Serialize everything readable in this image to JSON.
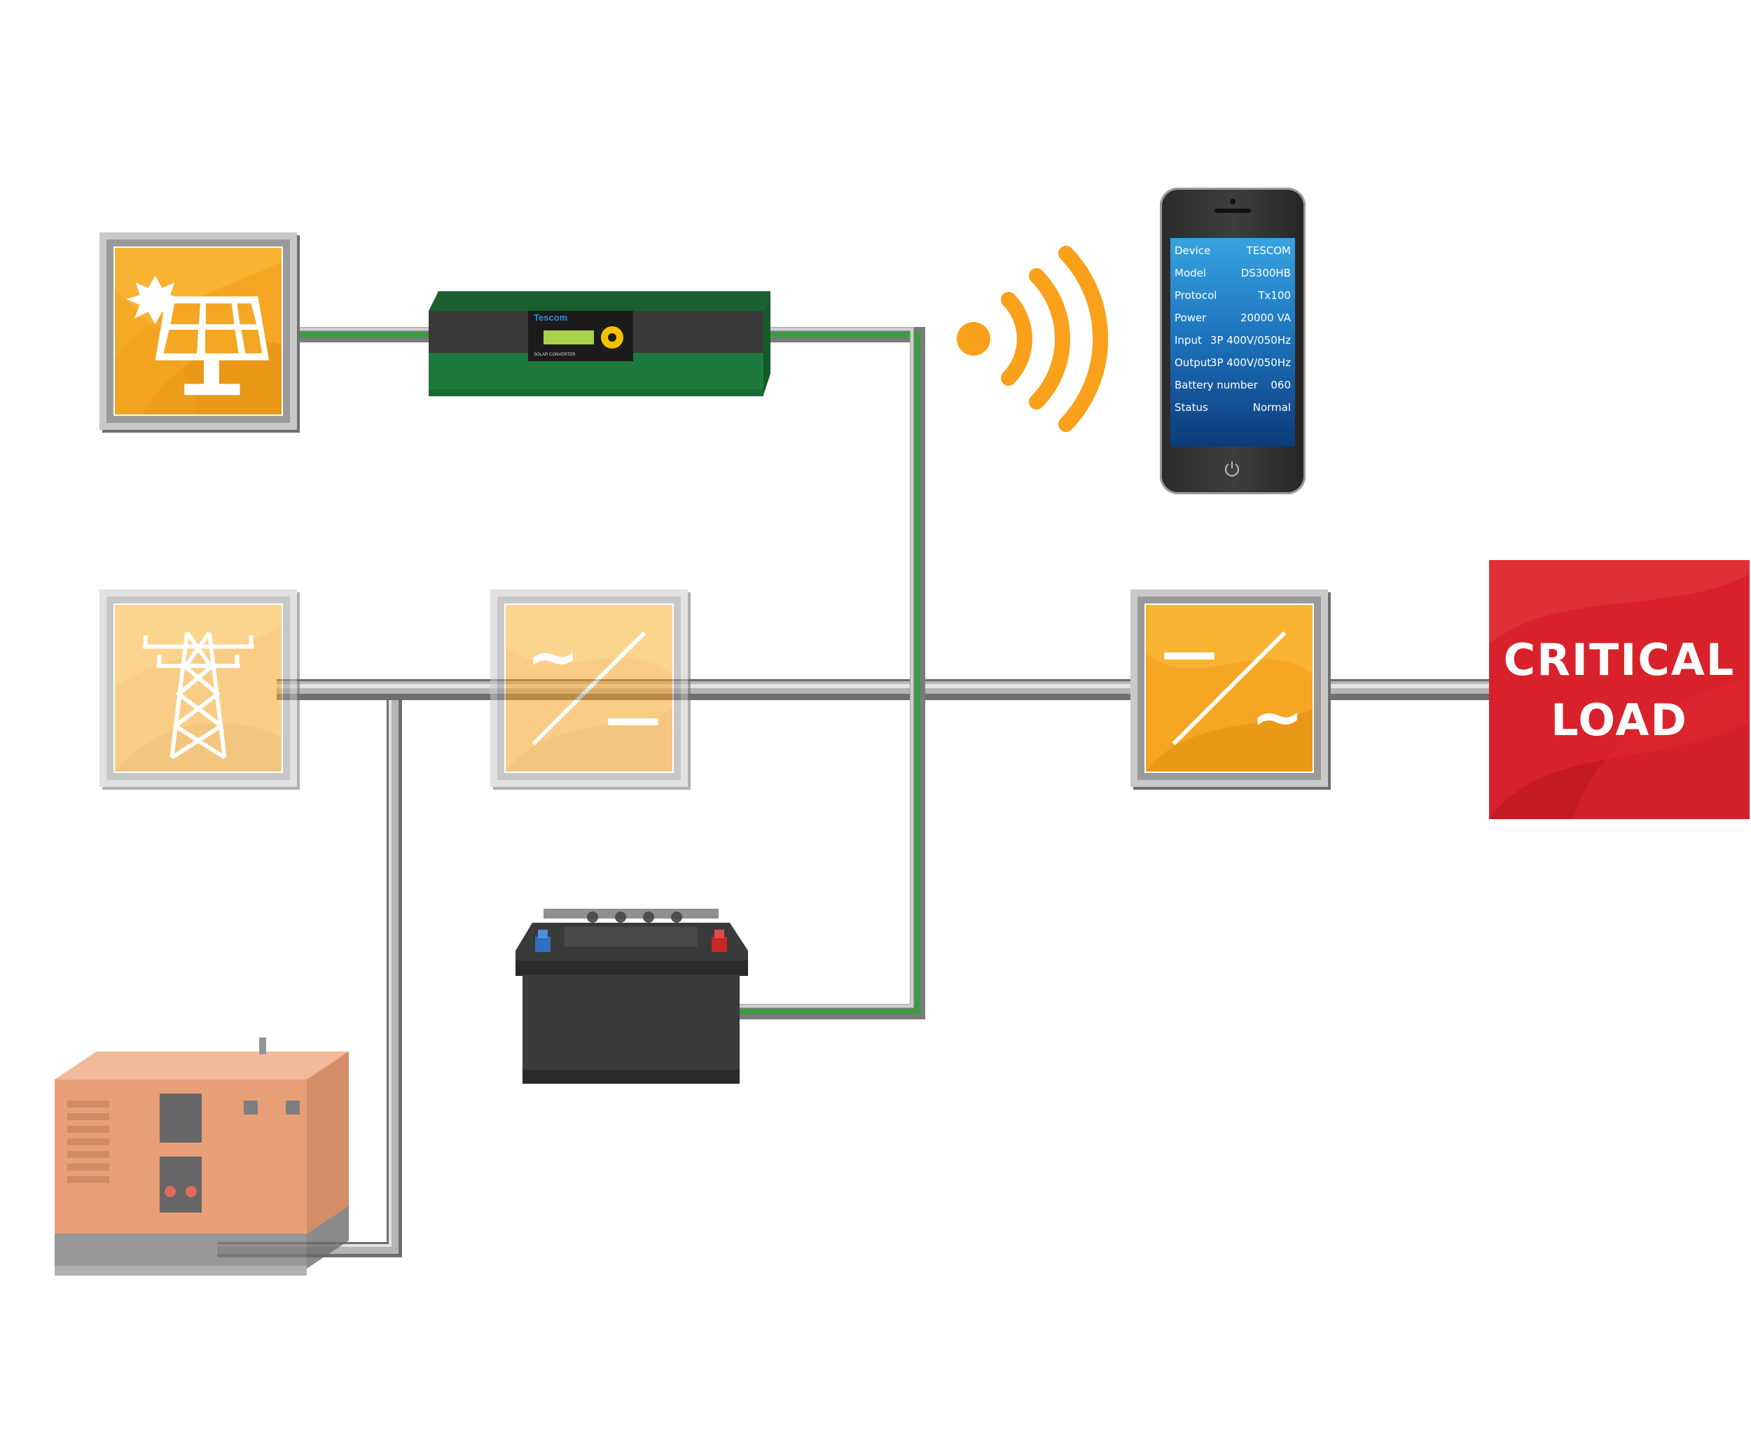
{
  "critical_load": {
    "line1": "CRITICAL",
    "line2": "LOAD"
  },
  "phone": {
    "rows": [
      {
        "key": "Device",
        "value": "TESCOM"
      },
      {
        "key": "Model",
        "value": "DS300HB"
      },
      {
        "key": "Protocol",
        "value": "Tx100"
      },
      {
        "key": "Power",
        "value": "20000 VA"
      },
      {
        "key": "Input",
        "value": "3P 400V/050Hz"
      },
      {
        "key": "Output",
        "value": "3P 400V/050Hz"
      },
      {
        "key": "Battery number",
        "value": "060"
      },
      {
        "key": "Status",
        "value": "Normal"
      }
    ]
  },
  "converter": {
    "brand": "Tescom",
    "model_label": "SOLAR CONVERTER"
  },
  "rectifier": {
    "ac_symbol": "~",
    "dc_symbol": "—"
  },
  "inverter": {
    "ac_symbol": "~",
    "dc_symbol": "—"
  },
  "colors": {
    "critical_red": "#d8212a",
    "tile_orange": "#f5a623",
    "wifi_orange": "#f9a11b",
    "line_green": "#3d9b45",
    "line_gray": "#8c8c8c",
    "converter_green": "#1e7a3c",
    "generator_orange": "#e2895a",
    "phone_screen": "#1e76bf"
  },
  "icons": [
    "solar-panel-icon",
    "transmission-tower-icon",
    "rectifier-icon",
    "inverter-icon",
    "wifi-icon",
    "battery-icon",
    "generator-icon",
    "phone-icon"
  ]
}
